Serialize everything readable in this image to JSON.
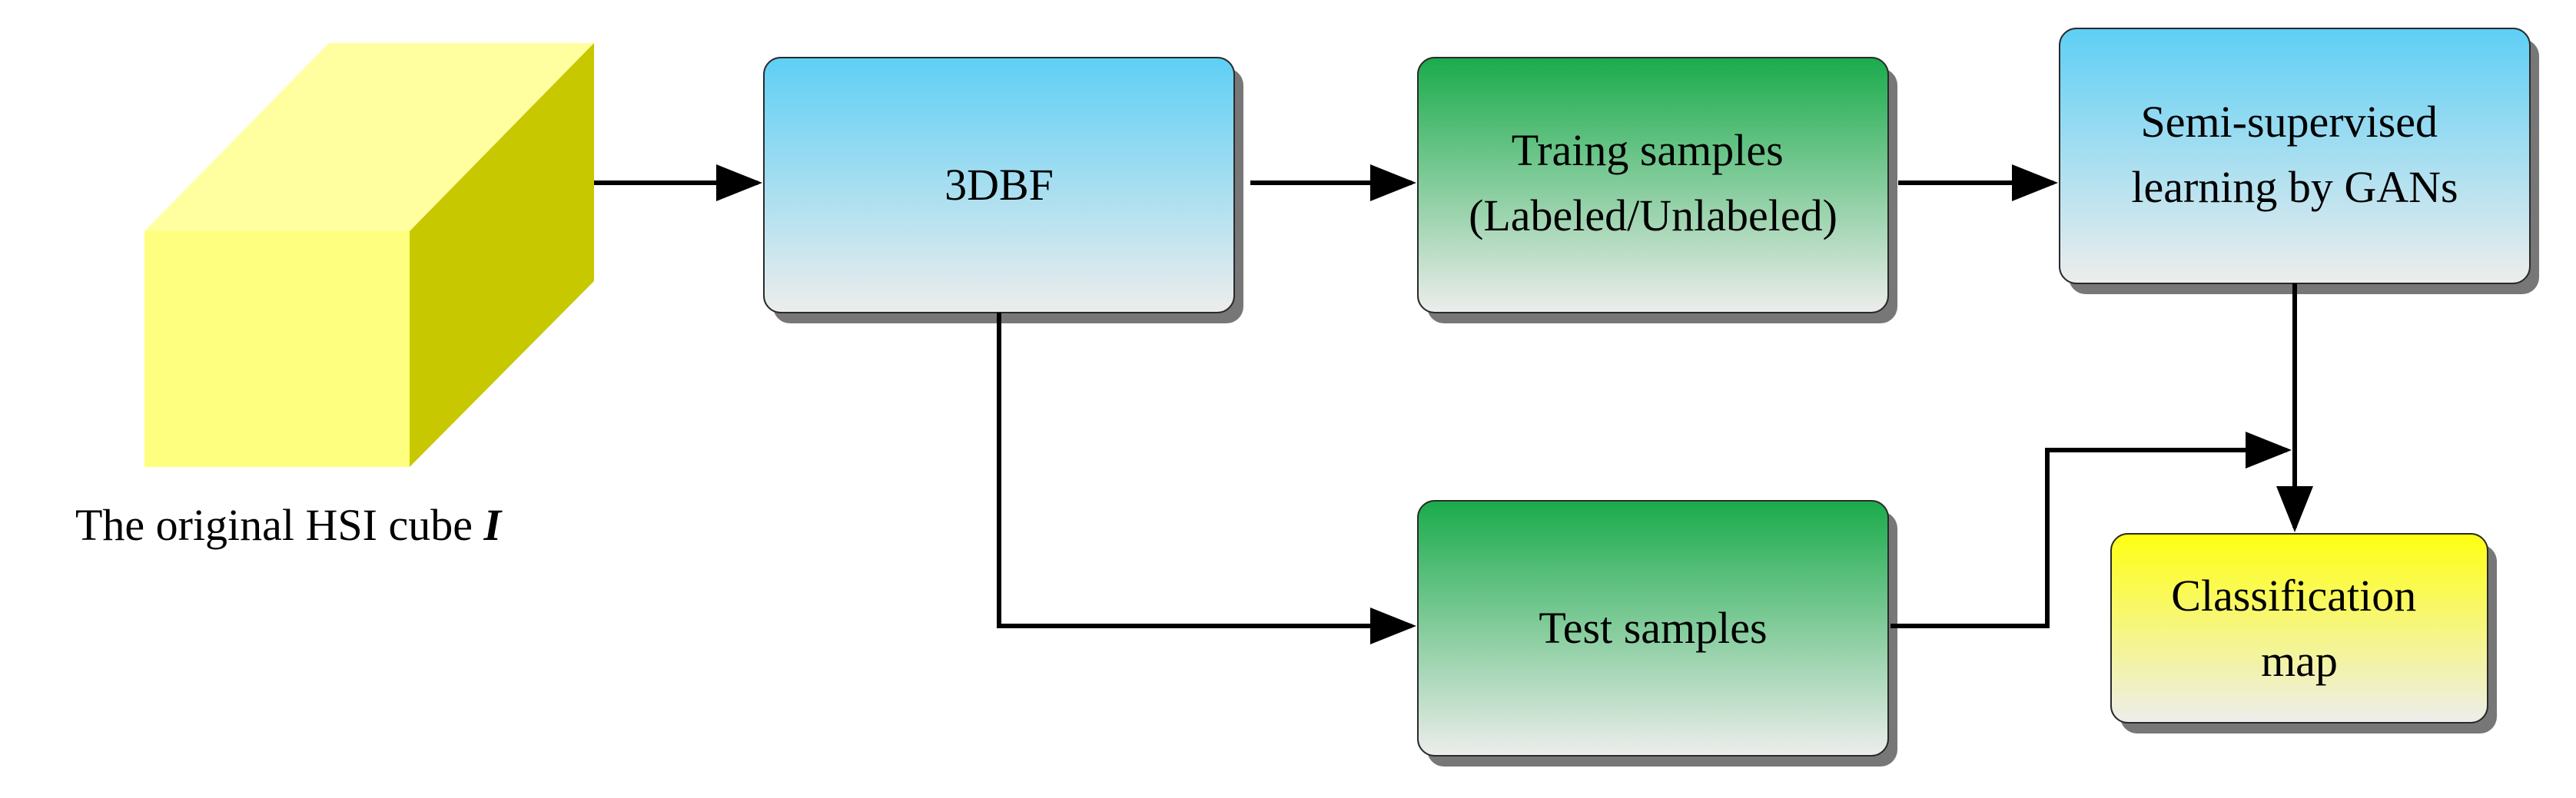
{
  "diagram": {
    "cube_caption": "The original HSI cube ",
    "cube_symbol": "I",
    "nodes": {
      "bf3d": {
        "lines": [
          "3DBF"
        ]
      },
      "training": {
        "lines": [
          "Traing samples",
          "(Labeled/Unlabeled)"
        ]
      },
      "semi": {
        "lines": [
          "Semi-supervised",
          "learning by GANs"
        ]
      },
      "test": {
        "lines": [
          "Test samples"
        ]
      },
      "classmap": {
        "lines": [
          "Classification",
          "map"
        ]
      }
    }
  },
  "colors": {
    "blue_top": "#5ecff5",
    "blue_bottom": "#ededec",
    "green_top": "#1aab4b",
    "green_bottom": "#ededec",
    "yellow_top": "#ffff12",
    "yellow_bottom": "#ededec",
    "cube_front": "#ffff7f",
    "cube_top": "#ffffa0",
    "cube_side": "#c8c800",
    "arrow": "#000000"
  }
}
